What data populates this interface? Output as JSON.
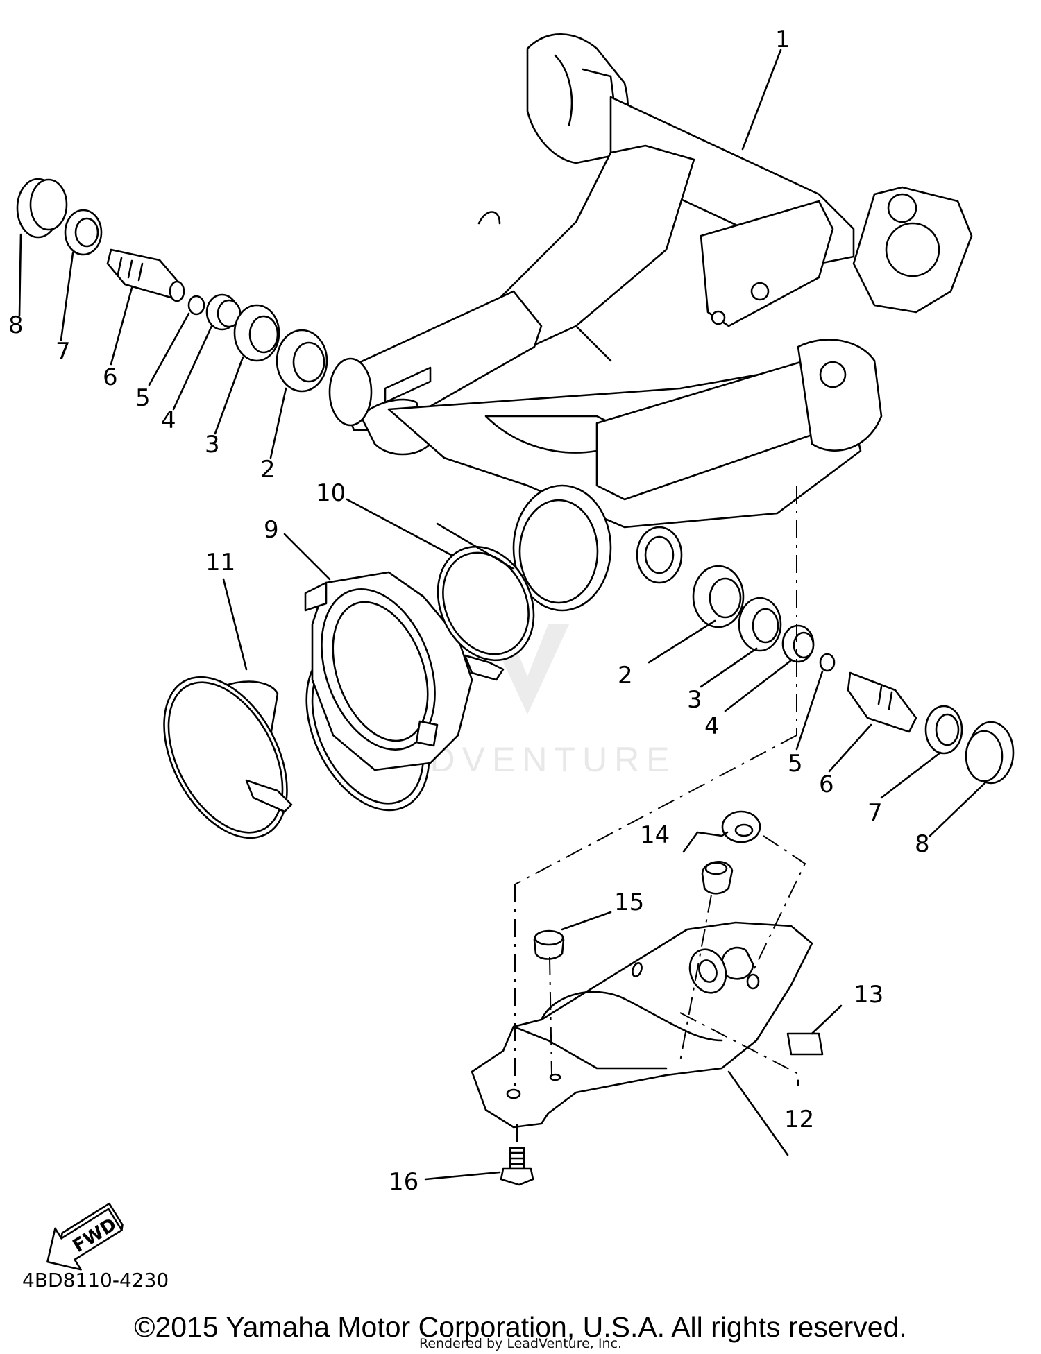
{
  "diagram": {
    "callouts": {
      "c1": "1",
      "c2a": "2",
      "c3a": "3",
      "c4a": "4",
      "c5a": "5",
      "c6a": "6",
      "c7a": "7",
      "c8a": "8",
      "c2b": "2",
      "c3b": "3",
      "c4b": "4",
      "c5b": "5",
      "c6b": "6",
      "c7b": "7",
      "c8b": "8",
      "c9": "9",
      "c10": "10",
      "c11": "11",
      "c12": "12",
      "c13": "13",
      "c14": "14",
      "c15": "15",
      "c16": "16"
    },
    "fwd_label": "FWD",
    "drawing_code": "4BD8110-4230",
    "watermark": "LEADVENTURE"
  },
  "footer": {
    "copyright": "©2015 Yamaha Motor Corporation, U.S.A. All rights reserved.",
    "rendered_by": "Rendered by LeadVenture, Inc."
  }
}
